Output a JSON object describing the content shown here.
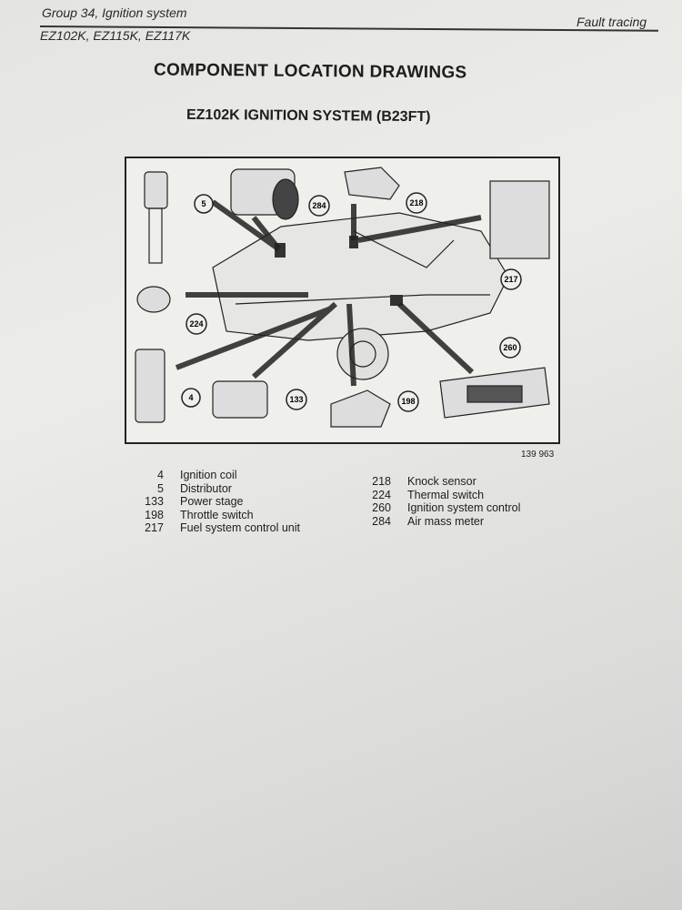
{
  "header": {
    "group": "Group 34, Ignition system",
    "models": "EZ102K, EZ115K, EZ117K",
    "section": "Fault tracing"
  },
  "title": "COMPONENT LOCATION DRAWINGS",
  "subtitle": "EZ102K IGNITION SYSTEM (B23FT)",
  "figure_number": "139 963",
  "callouts": [
    "5",
    "284",
    "218",
    "217",
    "224",
    "4",
    "133",
    "198",
    "260"
  ],
  "legend": {
    "left": [
      {
        "num": "4",
        "label": "Ignition coil"
      },
      {
        "num": "5",
        "label": "Distributor"
      },
      {
        "num": "133",
        "label": "Power stage"
      },
      {
        "num": "198",
        "label": "Throttle switch"
      },
      {
        "num": "217",
        "label": "Fuel system control unit"
      }
    ],
    "right": [
      {
        "num": "218",
        "label": "Knock sensor"
      },
      {
        "num": "224",
        "label": "Thermal switch"
      },
      {
        "num": "260",
        "label": "Ignition system control"
      },
      {
        "num": "284",
        "label": "Air mass meter"
      }
    ]
  }
}
